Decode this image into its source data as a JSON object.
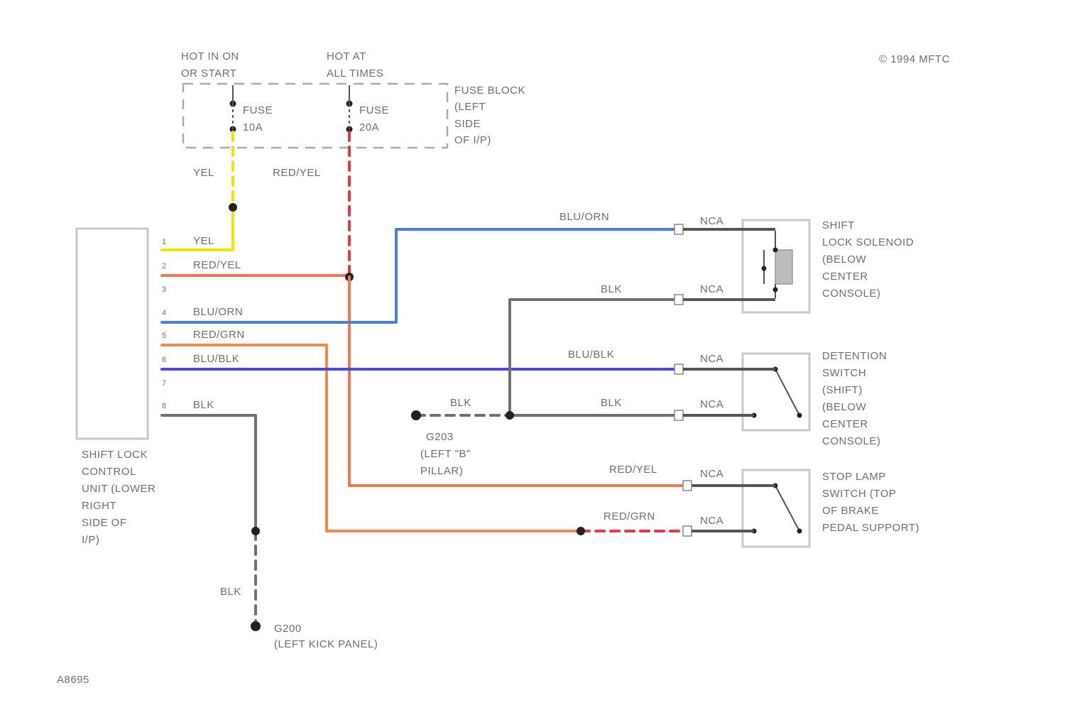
{
  "copyright": "© 1994 MFTC",
  "figure_id": "A8695",
  "power": {
    "hot_run_start": [
      "HOT IN ON",
      "OR START"
    ],
    "hot_all_times": [
      "HOT AT",
      "ALL TIMES"
    ],
    "fuse_block": [
      "FUSE BLOCK",
      "(LEFT",
      "SIDE",
      "OF I/P)"
    ],
    "fuse_a": [
      "FUSE",
      "10A"
    ],
    "fuse_b": [
      "FUSE",
      "20A"
    ]
  },
  "wire_colors": {
    "yel": "#f2e500",
    "red_yel": "#f07850",
    "blu_orn": "#4a7fd8",
    "red_grn": "#f08a50",
    "blu_blk": "#4a4ae0",
    "blk": "#707070",
    "red_dash": "#ee3344"
  },
  "wire_labels": {
    "yel_top": "YEL",
    "red_yel_top": "RED/YEL",
    "blu_orn_top": "BLU/ORN",
    "blk_solenoid": "BLK",
    "blu_blk_mid": "BLU/BLK",
    "blk_g203": "BLK",
    "blk_detent": "BLK",
    "red_yel_stop": "RED/YEL",
    "red_grn_stop": "RED/GRN",
    "blk_ground": "BLK"
  },
  "control_unit": {
    "label": [
      "SHIFT LOCK",
      "CONTROL",
      "UNIT (LOWER",
      "RIGHT",
      "SIDE OF",
      "I/P)"
    ],
    "pins": [
      "1",
      "2",
      "3",
      "4",
      "5",
      "6",
      "7",
      "8"
    ],
    "pin_wires": [
      "YEL",
      "RED/YEL",
      "",
      "BLU/ORN",
      "RED/GRN",
      "BLU/BLK",
      "",
      "BLK"
    ]
  },
  "connector_label": "NCA",
  "components": {
    "solenoid": [
      "SHIFT",
      "LOCK SOLENOID",
      "(BELOW",
      "CENTER",
      "CONSOLE)"
    ],
    "detent": [
      "DETENTION",
      "SWITCH",
      "(SHIFT)",
      "(BELOW",
      "CENTER",
      "CONSOLE)"
    ],
    "stop_lamp": [
      "STOP LAMP",
      "SWITCH (TOP",
      "OF BRAKE",
      "PEDAL SUPPORT)"
    ]
  },
  "grounds": {
    "g203": [
      "G203",
      "(LEFT \"B\"",
      "PILLAR)"
    ],
    "g200": [
      "G200",
      "(LEFT KICK PANEL)"
    ]
  }
}
